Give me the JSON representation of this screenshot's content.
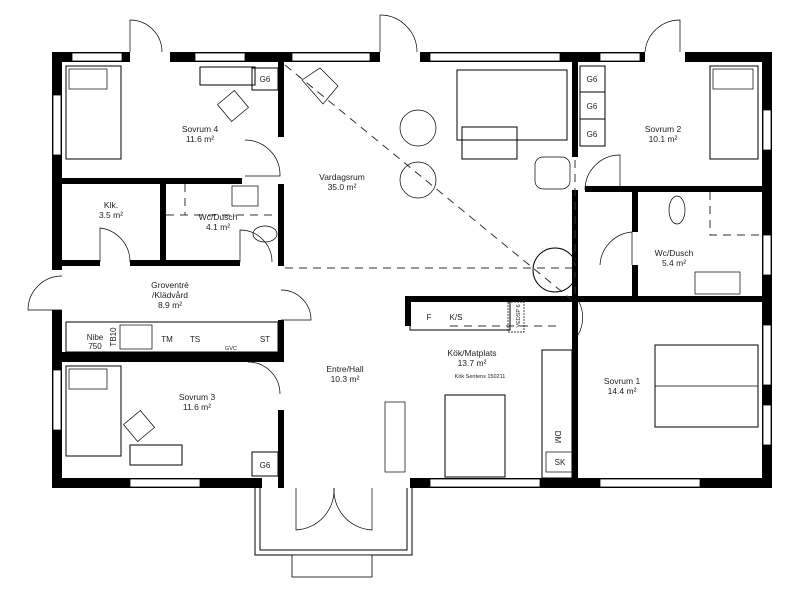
{
  "rooms": [
    {
      "name": "Sovrum 4",
      "area": "11.6 m²"
    },
    {
      "name": "Vardagsrum",
      "area": "35.0 m²"
    },
    {
      "name": "Sovrum 2",
      "area": "10.1 m²"
    },
    {
      "name": "Klk.",
      "area": "3.5 m²"
    },
    {
      "name": "Wc/Dusch",
      "area": "4.1 m²"
    },
    {
      "name": "Wc/Dusch",
      "area": "5.4 m²"
    },
    {
      "name": "Groventré",
      "name2": "/Klädvård",
      "area": "8.9 m²"
    },
    {
      "name": "Sovrum 3",
      "area": "11.6 m²"
    },
    {
      "name": "Entre/Hall",
      "area": "10.3 m²"
    },
    {
      "name": "Kök/Matplats",
      "area": "13.7 m²"
    },
    {
      "name": "Sovrum 1",
      "area": "14.4 m²"
    }
  ],
  "fixtures": {
    "g6": "G6",
    "nibe": "Nibe",
    "nibe_model": "750",
    "tb10": "TB10",
    "tm": "TM",
    "ts": "TS",
    "gvc": "GVC",
    "st": "ST",
    "f": "F",
    "ks": "K/S",
    "vedsp": "VEDSP 6",
    "dm": "DM",
    "sk": "SK",
    "kitchen_note": "Kök Sentens 150211"
  }
}
